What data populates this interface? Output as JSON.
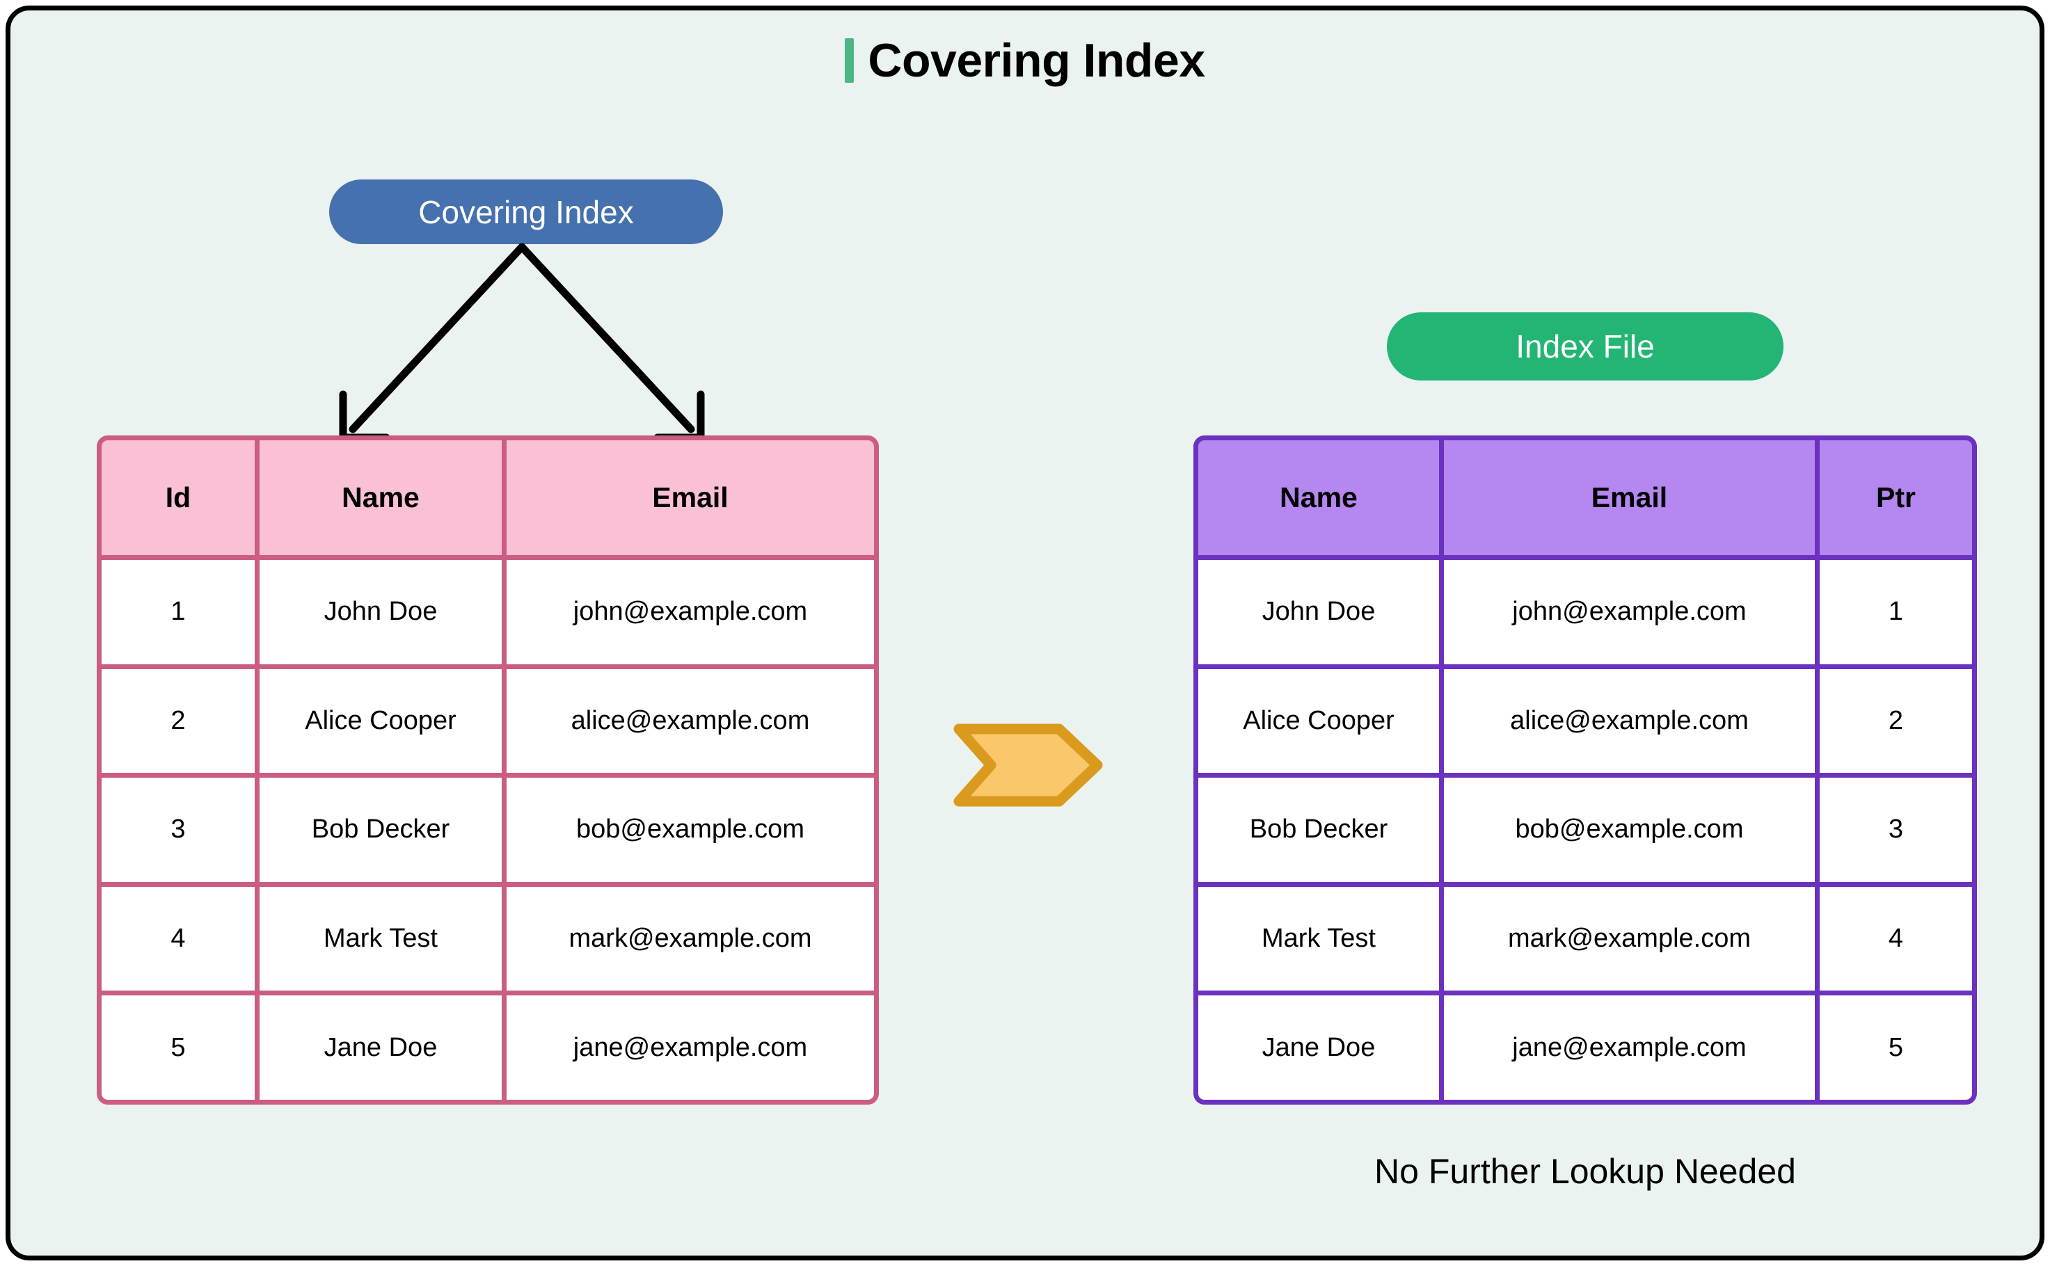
{
  "page": {
    "title": "Covering Index",
    "accent_green": "#4cb582",
    "background": "#eaf3f0",
    "border_color": "#000000"
  },
  "badges": {
    "covering_index": {
      "label": "Covering Index",
      "color": "#4571ae"
    },
    "index_file": {
      "label": "Index File",
      "color": "#22b573"
    }
  },
  "arrows": {
    "connector_color": "#000000",
    "chevron_fill": "#fac76a",
    "chevron_stroke": "#d99a1e"
  },
  "data_table": {
    "header_bg": "#fac0d6",
    "border_color": "#cb5d82",
    "columns": [
      "Id",
      "Name",
      "Email"
    ],
    "rows": [
      [
        "1",
        "John Doe",
        "john@example.com"
      ],
      [
        "2",
        "Alice Cooper",
        "alice@example.com"
      ],
      [
        "3",
        "Bob Decker",
        "bob@example.com"
      ],
      [
        "4",
        "Mark Test",
        "mark@example.com"
      ],
      [
        "5",
        "Jane Doe",
        "jane@example.com"
      ]
    ]
  },
  "index_table": {
    "header_bg": "#b587f0",
    "border_color": "#6b32c0",
    "columns": [
      "Name",
      "Email",
      "Ptr"
    ],
    "rows": [
      [
        "John Doe",
        "john@example.com",
        "1"
      ],
      [
        "Alice Cooper",
        "alice@example.com",
        "2"
      ],
      [
        "Bob Decker",
        "bob@example.com",
        "3"
      ],
      [
        "Mark Test",
        "mark@example.com",
        "4"
      ],
      [
        "Jane Doe",
        "jane@example.com",
        "5"
      ]
    ]
  },
  "caption": "No Further Lookup Needed"
}
